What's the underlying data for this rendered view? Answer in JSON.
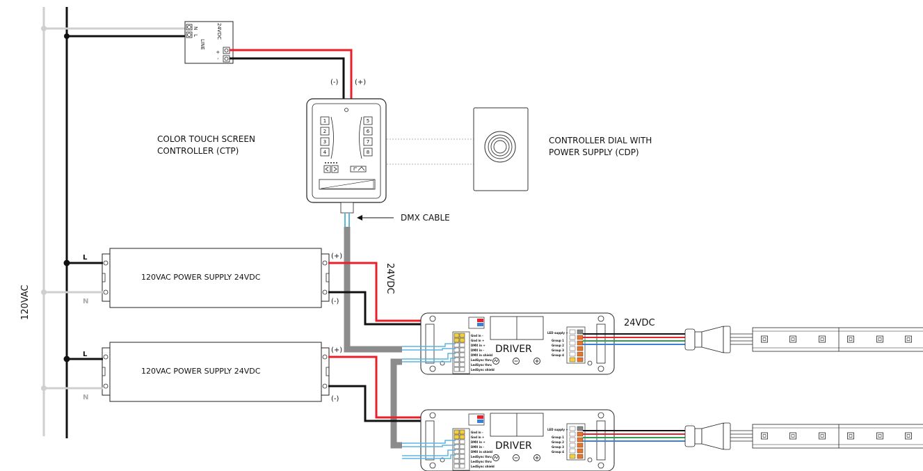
{
  "colors": {
    "live": "#111111",
    "neutral": "#cfcfcf",
    "positive": "#e8202a",
    "dmx": "#5ab6e0",
    "dmx_sleeve": "#8c8c8c",
    "green": "#2e9e4a",
    "blue": "#3b7fd6"
  },
  "main_voltage": "120VAC",
  "small_psu": {
    "neutral": "N",
    "line_l": "L",
    "line": "LINE",
    "output": "24VDC",
    "plus": "+",
    "minus": "-"
  },
  "ctp": {
    "minus": "(-)",
    "plus": "(+)",
    "label_line1": "COLOR TOUCH SCREEN",
    "label_line2": "CONTROLLER (CTP)",
    "zones": [
      "1",
      "2",
      "3",
      "4",
      "5",
      "6",
      "7",
      "8"
    ]
  },
  "cdp": {
    "label_line1": "CONTROLLER DIAL WITH",
    "label_line2": "POWER SUPPLY (CDP)"
  },
  "dmx_label": "DMX CABLE",
  "psu": {
    "l": "L",
    "n": "N",
    "plus": "(+)",
    "minus": "(-)",
    "label": "120VAC  POWER SUPPLY  24VDC"
  },
  "output_24vdc_vertical": "24VDC",
  "output_24vdc": "24VDC",
  "driver": {
    "label": "DRIVER",
    "inputs": [
      "Gnd in -",
      "Gnd in +",
      "DMX in +",
      "DMX in -",
      "DMX in shield",
      "LedSync thru",
      "LedSync thru",
      "LedSync shield"
    ],
    "led_supply": "LED supply +",
    "groups": [
      "Group 1",
      "Group 2",
      "Group 3",
      "Group 4"
    ]
  }
}
